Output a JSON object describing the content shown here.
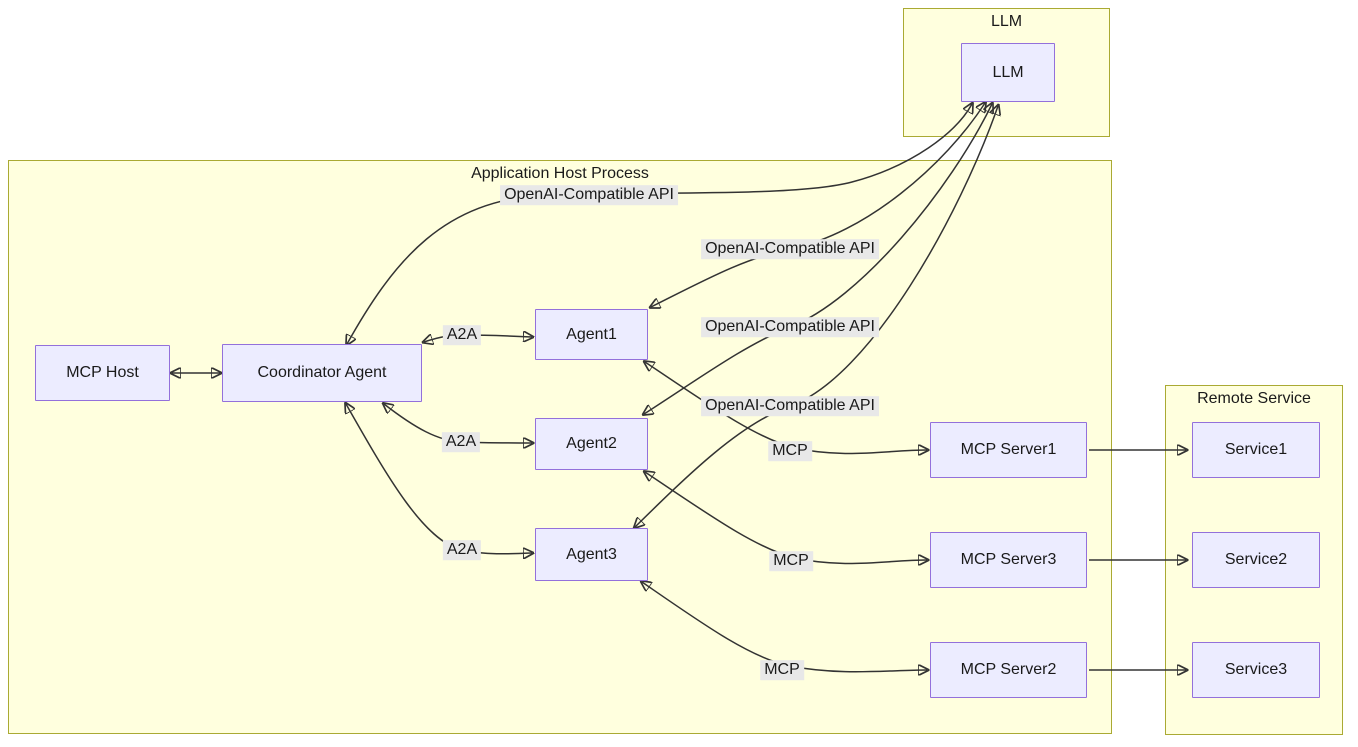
{
  "diagram_type": "flowchart",
  "colors": {
    "node_fill": "#ECECFF",
    "node_border": "#9370DB",
    "cluster_fill": "#FFFFDE",
    "cluster_border": "#AAAA33",
    "edge_color": "#333333",
    "label_bg": "#E8E8E8",
    "text_color": "#1a1a1a"
  },
  "containers": {
    "app_host": {
      "title": "Application Host Process"
    },
    "llm": {
      "title": "LLM"
    },
    "remote_service": {
      "title": "Remote Service"
    }
  },
  "nodes": {
    "mcp_host": {
      "label": "MCP Host"
    },
    "coordinator": {
      "label": "Coordinator Agent"
    },
    "agent1": {
      "label": "Agent1"
    },
    "agent2": {
      "label": "Agent2"
    },
    "agent3": {
      "label": "Agent3"
    },
    "llm": {
      "label": "LLM"
    },
    "mcp_server1": {
      "label": "MCP Server1"
    },
    "mcp_server3": {
      "label": "MCP Server3"
    },
    "mcp_server2": {
      "label": "MCP Server2"
    },
    "service1": {
      "label": "Service1"
    },
    "service2": {
      "label": "Service2"
    },
    "service3": {
      "label": "Service3"
    }
  },
  "edge_labels": {
    "oai_coordinator": "OpenAI-Compatible API",
    "oai_agent1": "OpenAI-Compatible API",
    "oai_agent2": "OpenAI-Compatible API",
    "oai_agent3": "OpenAI-Compatible API",
    "a2a_agent1": "A2A",
    "a2a_agent2": "A2A",
    "a2a_agent3": "A2A",
    "mcp_server1": "MCP",
    "mcp_server3": "MCP",
    "mcp_server2": "MCP"
  },
  "edges": [
    {
      "from": "MCP Host",
      "to": "Coordinator Agent",
      "label": "",
      "bidirectional": true
    },
    {
      "from": "Coordinator Agent",
      "to": "Agent1",
      "label": "A2A",
      "bidirectional": true
    },
    {
      "from": "Coordinator Agent",
      "to": "Agent2",
      "label": "A2A",
      "bidirectional": true
    },
    {
      "from": "Coordinator Agent",
      "to": "Agent3",
      "label": "A2A",
      "bidirectional": true
    },
    {
      "from": "Coordinator Agent",
      "to": "LLM",
      "label": "OpenAI-Compatible API",
      "bidirectional": true
    },
    {
      "from": "Agent1",
      "to": "LLM",
      "label": "OpenAI-Compatible API",
      "bidirectional": true
    },
    {
      "from": "Agent2",
      "to": "LLM",
      "label": "OpenAI-Compatible API",
      "bidirectional": true
    },
    {
      "from": "Agent3",
      "to": "LLM",
      "label": "OpenAI-Compatible API",
      "bidirectional": true
    },
    {
      "from": "Agent1",
      "to": "MCP Server1",
      "label": "MCP",
      "bidirectional": true
    },
    {
      "from": "Agent2",
      "to": "MCP Server3",
      "label": "MCP",
      "bidirectional": true
    },
    {
      "from": "Agent3",
      "to": "MCP Server2",
      "label": "MCP",
      "bidirectional": true
    },
    {
      "from": "MCP Server1",
      "to": "Service1",
      "label": "",
      "bidirectional": false
    },
    {
      "from": "MCP Server3",
      "to": "Service2",
      "label": "",
      "bidirectional": false
    },
    {
      "from": "MCP Server2",
      "to": "Service3",
      "label": "",
      "bidirectional": false
    }
  ]
}
